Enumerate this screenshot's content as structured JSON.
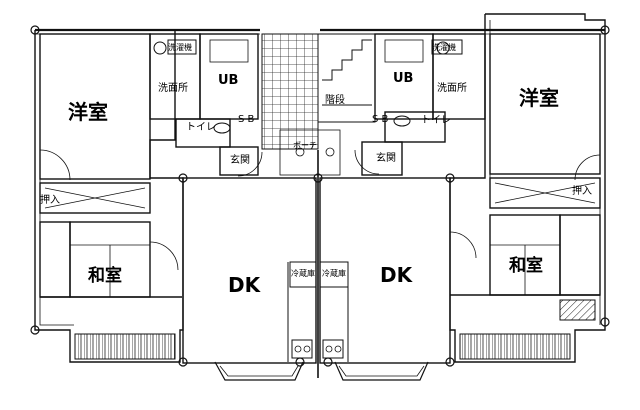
{
  "plan": {
    "rooms_left": {
      "western": "洋室",
      "japanese": "和室",
      "dk": "DK",
      "bath": "UB",
      "washroom": "洗面所",
      "toilet": "トイレ",
      "entrance": "玄関",
      "closet": "押入",
      "washer": "洗濯機",
      "fridge": "冷蔵庫",
      "sb": "S B"
    },
    "rooms_right": {
      "western": "洋室",
      "japanese": "和室",
      "dk": "DK",
      "bath": "UB",
      "washroom": "洗面所",
      "toilet": "トイレ",
      "entrance": "玄関",
      "closet": "押入",
      "washer": "洗濯機",
      "fridge": "冷蔵庫",
      "sb": "S B"
    },
    "shared": {
      "stairs": "階段",
      "porch": "ポーチ"
    }
  }
}
